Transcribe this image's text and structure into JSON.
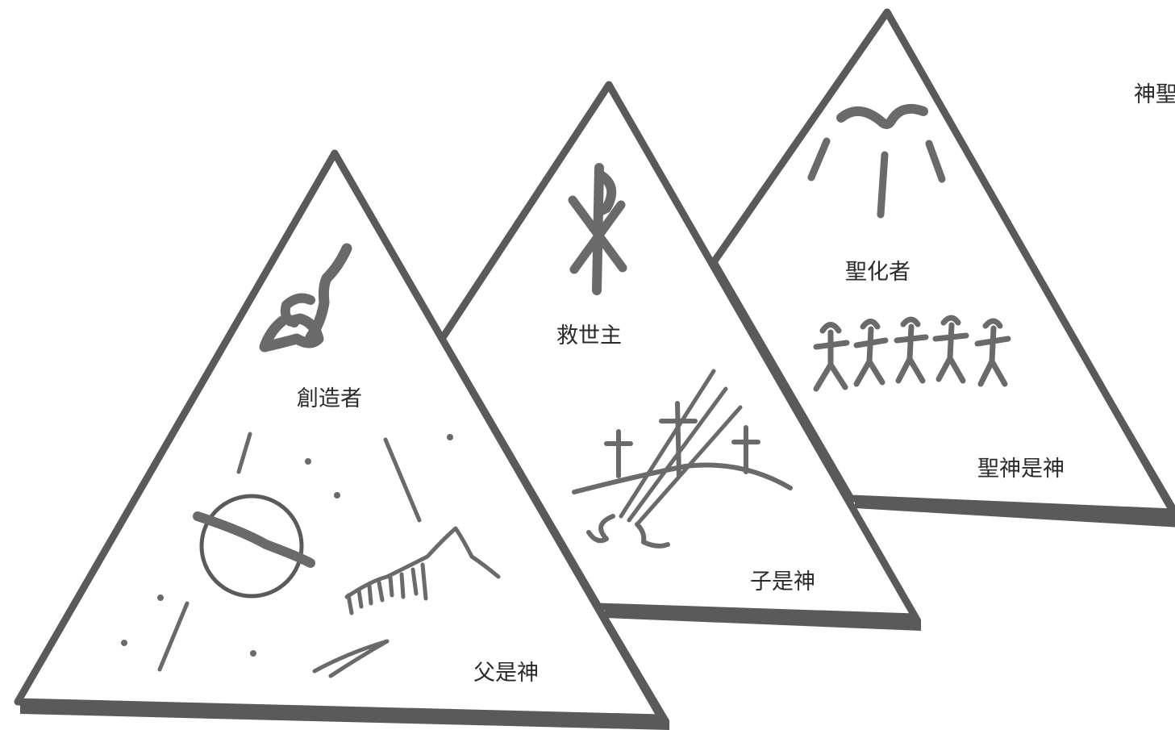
{
  "colors": {
    "outline": "#5a5a5a",
    "symbol": "#6a6a6a",
    "text": "#2a2a2a",
    "background": "#ffffff"
  },
  "triangles": [
    {
      "key": "father",
      "title": "創造者",
      "caption": "父是神",
      "symbol": "creator-hand-icon",
      "illustration": "creation-scene-icon"
    },
    {
      "key": "son",
      "title": "救世主",
      "caption": "子是神",
      "symbol": "chi-rho-icon",
      "illustration": "three-crosses-icon"
    },
    {
      "key": "spirit",
      "title": "聖化者",
      "caption": "聖神是神",
      "symbol": "descending-dove-icon",
      "illustration": "people-figures-icon"
    }
  ],
  "corner_text": "神聖"
}
